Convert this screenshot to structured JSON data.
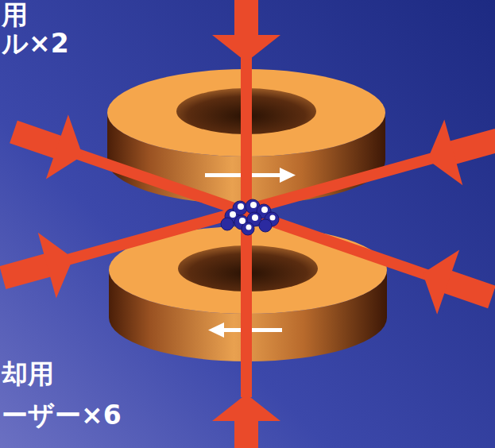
{
  "diagram": {
    "labels": [
      "用",
      "ル×2",
      "却用",
      "ーザー×6"
    ]
  }
}
